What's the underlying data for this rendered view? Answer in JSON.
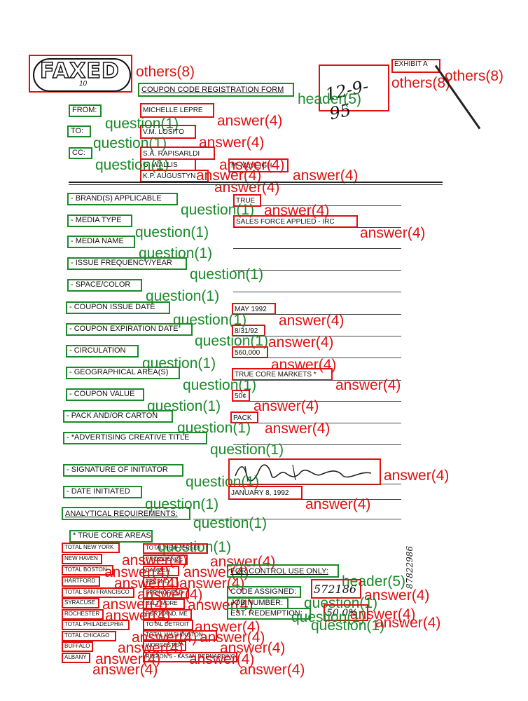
{
  "stamp": {
    "faxed": "FAXED",
    "number": "10"
  },
  "exhibit": "EXHIBIT A",
  "handwritten_date": "12-9-95",
  "form_title": "COUPON CODE REGISTRATION FORM",
  "routing": {
    "from_label": "FROM:",
    "from_value": "MICHELLE LEPRE",
    "to_label": "TO:",
    "to_value": "V.M. LOSITO",
    "cc_label": "CC:",
    "cc_values": [
      "S.A. RAPISARLDI",
      "G. WALLIS",
      "K.P. AUGUSTYN"
    ],
    "cc_extra": "M. McVEIGH"
  },
  "fields": [
    {
      "label": "- BRAND(S) APPLICABLE",
      "value": "TRUE"
    },
    {
      "label": "- MEDIA TYPE",
      "value": "SALES FORCE APPLIED - IRC"
    },
    {
      "label": "- MEDIA NAME",
      "value": ""
    },
    {
      "label": "- ISSUE FREQUENCY/YEAR",
      "value": ""
    },
    {
      "label": "- SPACE/COLOR",
      "value": ""
    },
    {
      "label": "- COUPON ISSUE DATE",
      "value": "MAY 1992"
    },
    {
      "label": "- COUPON EXPIRATION DATE",
      "value": "8/31/92"
    },
    {
      "label": "- CIRCULATION",
      "value": "560,000"
    },
    {
      "label": "- GEOGRAPHICAL AREA(S)",
      "value": "TRUE CORE MARKETS *"
    },
    {
      "label": "- COUPON VALUE",
      "value": "50¢"
    },
    {
      "label": "- PACK AND/OR CARTON",
      "value": "PACK"
    },
    {
      "label": "- *ADVERTISING CREATIVE TITLE",
      "value": ""
    },
    {
      "label": "- SIGNATURE OF INITIATOR",
      "value": ""
    },
    {
      "label": "- DATE INITIATED",
      "value": "JANUARY 8, 1992"
    }
  ],
  "analytical": "ANALYTICAL REQUIREMENTS:",
  "true_core_title": "* TRUE CORE AREAS",
  "core_left": [
    "TOTAL NEW YORK",
    "NEW HAVEN",
    "TOTAL BOSTON",
    "HARTFORD",
    "TOTAL SAN FRANCISCO",
    "SYRACUSE",
    "ROCHESTER",
    "TOTAL PHILADELPHIA",
    "TOTAL CHICAGO",
    "BUFFALO",
    "ALBANY"
  ],
  "core_right": [
    "TOTAL NEW JERSEY",
    "PROVIDENCE",
    "CAMDEN",
    "FRESNO",
    "SPRINGFIELD",
    "BALTIMORE",
    "PORTLAND, ME",
    "TOTAL DETROIT",
    "TOTAL WASHINGTON",
    "WORCESTER",
    "REGION 5 - KASAN BERNARDINO"
  ],
  "control": {
    "header": "FOR CONTROL USE ONLY:",
    "code_label": "CODE ASSIGNED:",
    "code_value": "572186",
    "job_label": "JOB NUMBER:",
    "job_value": "",
    "est_label": "EST. REDEMPTION:",
    "est_value": "50.0%"
  },
  "side_number": "87822986",
  "annotation_tags": {
    "question": "question(1)",
    "answer": "answer(4)",
    "header": "header(5)",
    "others": "others(8)"
  },
  "colors": {
    "question": "#1a8a2a",
    "answer": "#e01010"
  }
}
